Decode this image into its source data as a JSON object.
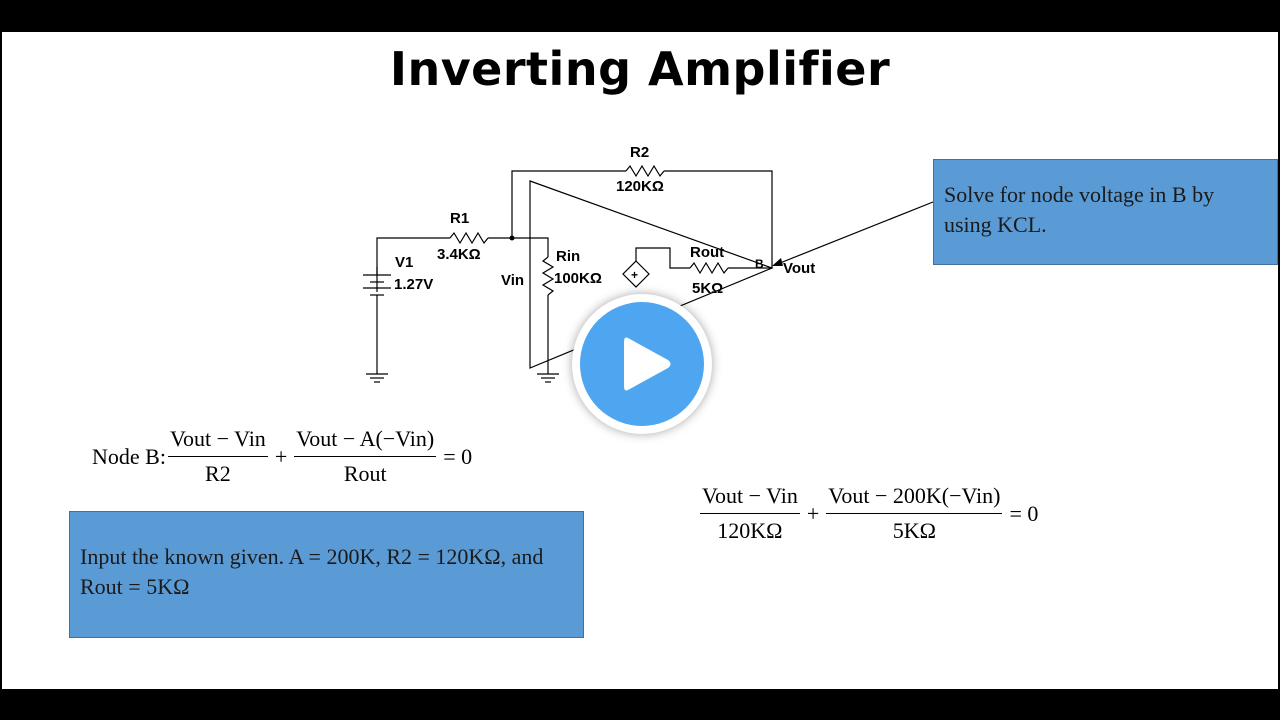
{
  "slide": {
    "title": "Inverting Amplifier"
  },
  "circuit": {
    "r2_name": "R2",
    "r2_value": "120KΩ",
    "r1_name": "R1",
    "r1_value": "3.4KΩ",
    "v1_name": "V1",
    "v1_value": "1.27V",
    "vin_label": "Vin",
    "rin_name": "Rin",
    "rin_value": "100KΩ",
    "rout_name": "Rout",
    "rout_value": "5KΩ",
    "node_b": "B",
    "vout_label": "Vout",
    "plus_sign": "+"
  },
  "callout": {
    "text": "Solve for node voltage in B by using KCL."
  },
  "equation1": {
    "prefix": "Node B:",
    "t1_num": "Vout − Vin",
    "t1_den": "R2",
    "plus": "+",
    "t2_num": "Vout − A(−Vin)",
    "t2_den": "Rout",
    "rhs": "= 0"
  },
  "given_box": {
    "text": "Input the known given. A = 200K, R2 = 120KΩ, and Rout  = 5KΩ"
  },
  "equation2": {
    "t1_num": "Vout − Vin",
    "t1_den": "120KΩ",
    "plus": "+",
    "t2_num": "Vout − 200K(−Vin)",
    "t2_den": "5KΩ",
    "rhs": "= 0"
  },
  "video": {
    "play_icon": "play-icon",
    "colors": {
      "play_bg": "#4ea5f0",
      "box_bg": "#5b9bd5"
    }
  }
}
